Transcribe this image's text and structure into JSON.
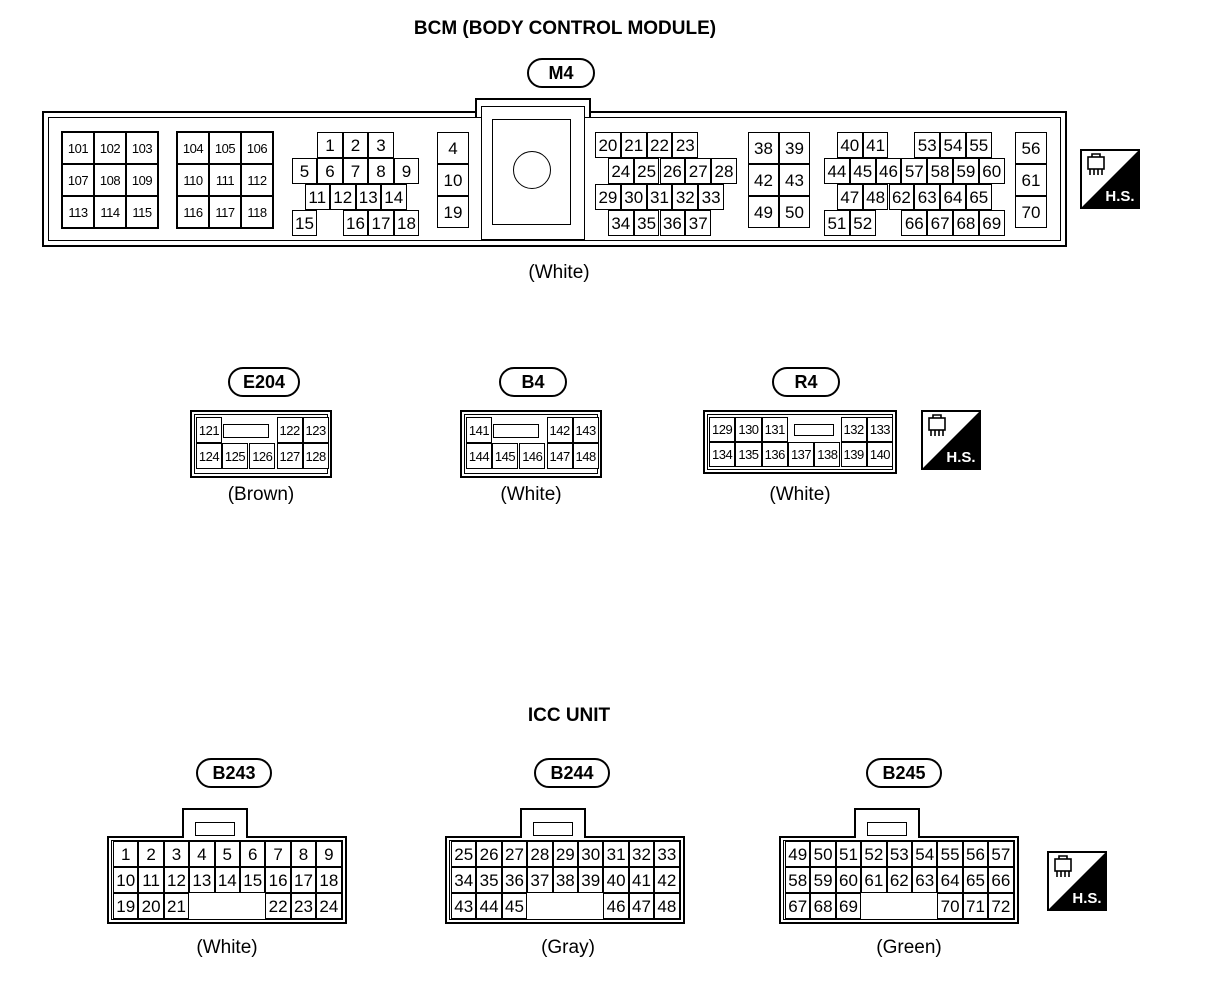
{
  "bcm": {
    "title": "BCM (BODY CONTROL MODULE)",
    "connector": "M4",
    "color": "(White)",
    "pins": {
      "g101": [
        "101",
        "102",
        "103",
        "107",
        "108",
        "109",
        "113",
        "114",
        "115"
      ],
      "g104": [
        "104",
        "105",
        "106",
        "110",
        "111",
        "112",
        "116",
        "117",
        "118"
      ],
      "gA": [
        "1",
        "2",
        "3",
        "5",
        "6",
        "7",
        "8",
        "9",
        "11",
        "12",
        "13",
        "14",
        "15",
        "16",
        "17",
        "18"
      ],
      "gB": [
        "4",
        "10",
        "19"
      ],
      "gC": [
        "20",
        "21",
        "22",
        "23",
        "24",
        "25",
        "26",
        "27",
        "28",
        "29",
        "30",
        "31",
        "32",
        "33",
        "34",
        "35",
        "36",
        "37"
      ],
      "gD": [
        "38",
        "39",
        "42",
        "43",
        "49",
        "50"
      ],
      "gE": [
        "40",
        "41",
        "53",
        "54",
        "55",
        "44",
        "45",
        "46",
        "57",
        "58",
        "59",
        "60",
        "47",
        "48",
        "62",
        "63",
        "64",
        "65",
        "51",
        "52",
        "66",
        "67",
        "68",
        "69"
      ],
      "gF": [
        "56",
        "61",
        "70"
      ]
    }
  },
  "e204": {
    "connector": "E204",
    "color": "(Brown)",
    "pins": [
      "121",
      "122",
      "123",
      "124",
      "125",
      "126",
      "127",
      "128"
    ]
  },
  "b4": {
    "connector": "B4",
    "color": "(White)",
    "pins": [
      "141",
      "142",
      "143",
      "144",
      "145",
      "146",
      "147",
      "148"
    ]
  },
  "r4": {
    "connector": "R4",
    "color": "(White)",
    "pins": [
      "129",
      "130",
      "131",
      "132",
      "133",
      "134",
      "135",
      "136",
      "137",
      "138",
      "139",
      "140"
    ]
  },
  "icc": {
    "title": "ICC UNIT",
    "b243": {
      "connector": "B243",
      "color": "(White)",
      "pins": [
        "1",
        "2",
        "3",
        "4",
        "5",
        "6",
        "7",
        "8",
        "9",
        "10",
        "11",
        "12",
        "13",
        "14",
        "15",
        "16",
        "17",
        "18",
        "19",
        "20",
        "21",
        "22",
        "23",
        "24"
      ]
    },
    "b244": {
      "connector": "B244",
      "color": "(Gray)",
      "pins": [
        "25",
        "26",
        "27",
        "28",
        "29",
        "30",
        "31",
        "32",
        "33",
        "34",
        "35",
        "36",
        "37",
        "38",
        "39",
        "40",
        "41",
        "42",
        "43",
        "44",
        "45",
        "46",
        "47",
        "48"
      ]
    },
    "b245": {
      "connector": "B245",
      "color": "(Green)",
      "pins": [
        "49",
        "50",
        "51",
        "52",
        "53",
        "54",
        "55",
        "56",
        "57",
        "58",
        "59",
        "60",
        "61",
        "62",
        "63",
        "64",
        "65",
        "66",
        "67",
        "68",
        "69",
        "70",
        "71",
        "72"
      ]
    }
  },
  "hs_label": "H.S."
}
